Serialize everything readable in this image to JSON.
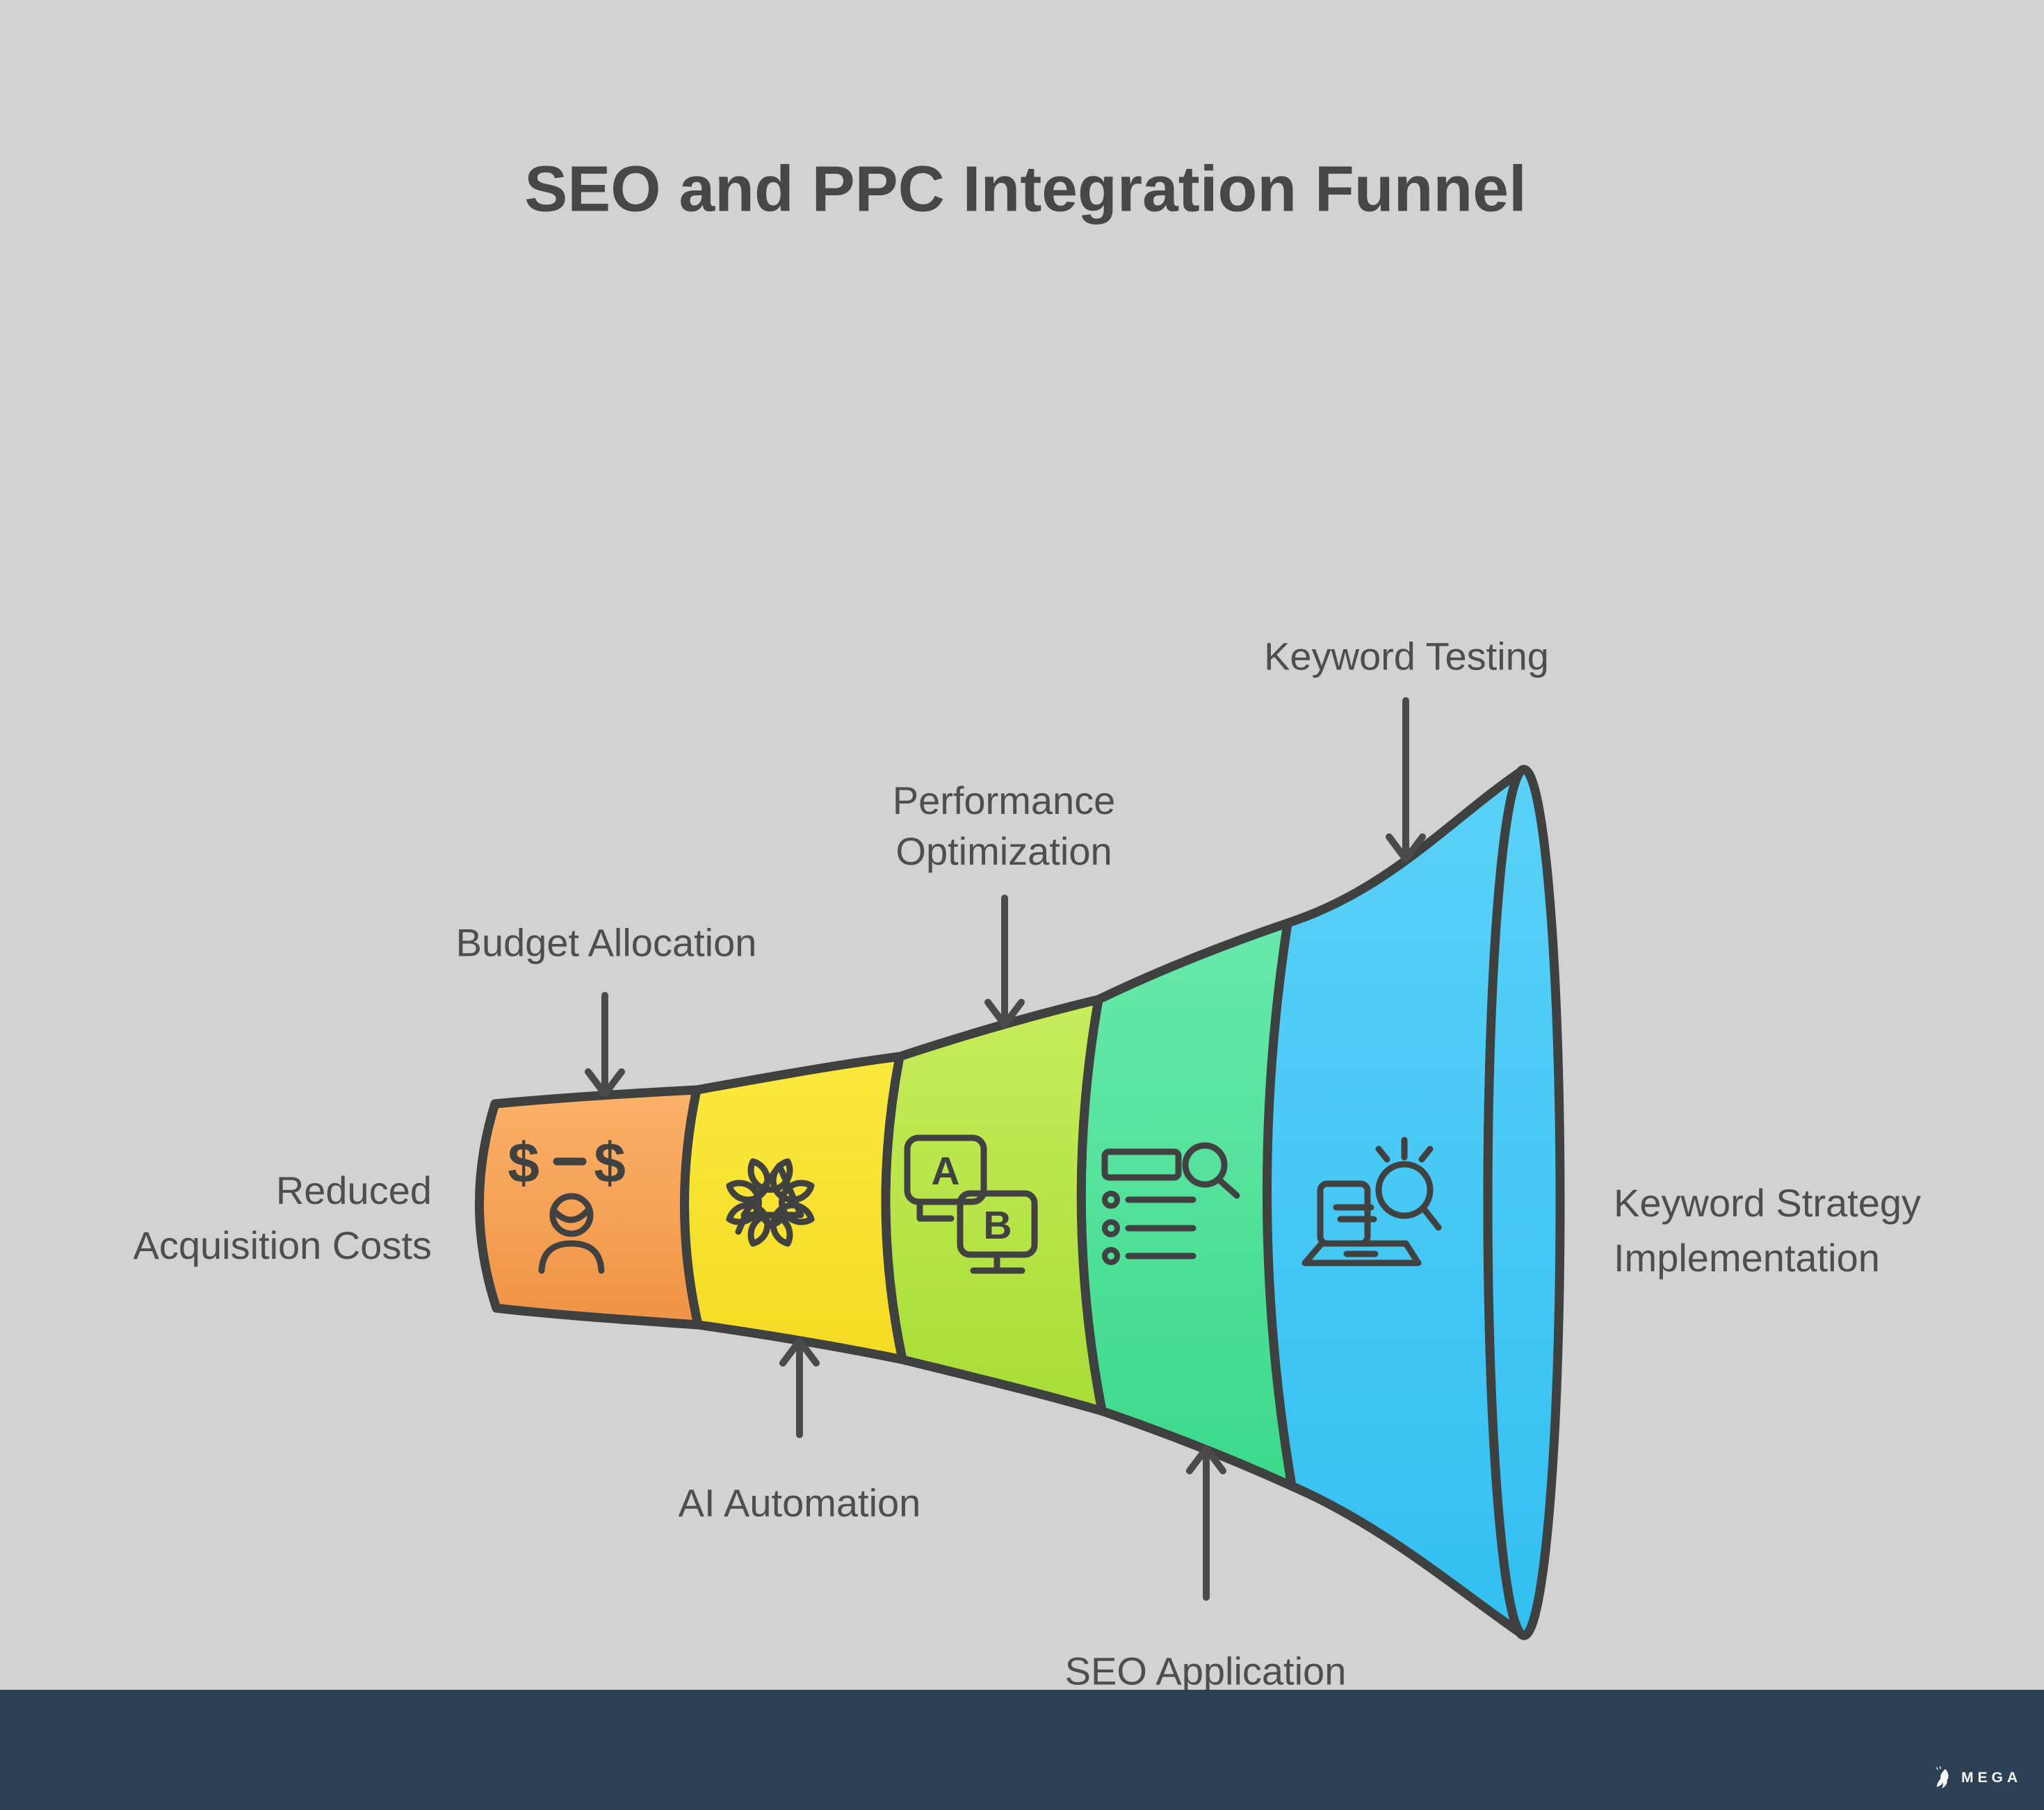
{
  "title": "SEO and PPC Integration Funnel",
  "colors": {
    "background": "#D2D2D2",
    "outline": "#3F4040",
    "icon_stroke": "#414141",
    "arrow": "#4A4A4A",
    "label_text": "#4E4E4E",
    "title_text": "#474747",
    "footer_bar": "#2E4053",
    "footer_text": "#F4F6F8"
  },
  "funnel": {
    "direction": "narrow-left-to-wide-right",
    "stages": [
      {
        "id": "budget",
        "annotation": "Budget Allocation",
        "icon": "dollar-person-icon",
        "color_top": "#FBB269",
        "color_bottom": "#F09346"
      },
      {
        "id": "ai",
        "annotation": "AI Automation",
        "icon": "gear-megaphone-icon",
        "color_top": "#FAE93E",
        "color_bottom": "#F4DB24"
      },
      {
        "id": "performance",
        "annotation": "Performance Optimization",
        "icon": "ab-testing-icon",
        "color_top": "#C8EC5C",
        "color_bottom": "#A8DD36"
      },
      {
        "id": "seo",
        "annotation": "SEO Application",
        "icon": "search-list-icon",
        "color_top": "#69E9AB",
        "color_bottom": "#3CD98B"
      },
      {
        "id": "keyword",
        "annotation": "Keyword Testing",
        "icon": "laptop-search-icon",
        "color_top": "#5BD1F8",
        "color_bottom": "#33BFF1"
      }
    ]
  },
  "annotations": {
    "keyword_testing": {
      "text": "Keyword Testing"
    },
    "performance_optimization": {
      "line1": "Performance",
      "line2": "Optimization"
    },
    "budget_allocation": {
      "text": "Budget Allocation"
    },
    "reduced_acquisition": {
      "line1": "Reduced",
      "line2": "Acquisition Costs"
    },
    "ai_automation": {
      "text": "AI Automation"
    },
    "seo_application": {
      "text": "SEO Application"
    },
    "keyword_strategy": {
      "line1": "Keyword Strategy",
      "line2": "Implementation"
    }
  },
  "icon_glyphs": {
    "dollar_left": "$",
    "minus": "–",
    "dollar_right": "$",
    "ab_a": "A",
    "ab_b": "B"
  },
  "footer": {
    "brand": "MEGA"
  }
}
